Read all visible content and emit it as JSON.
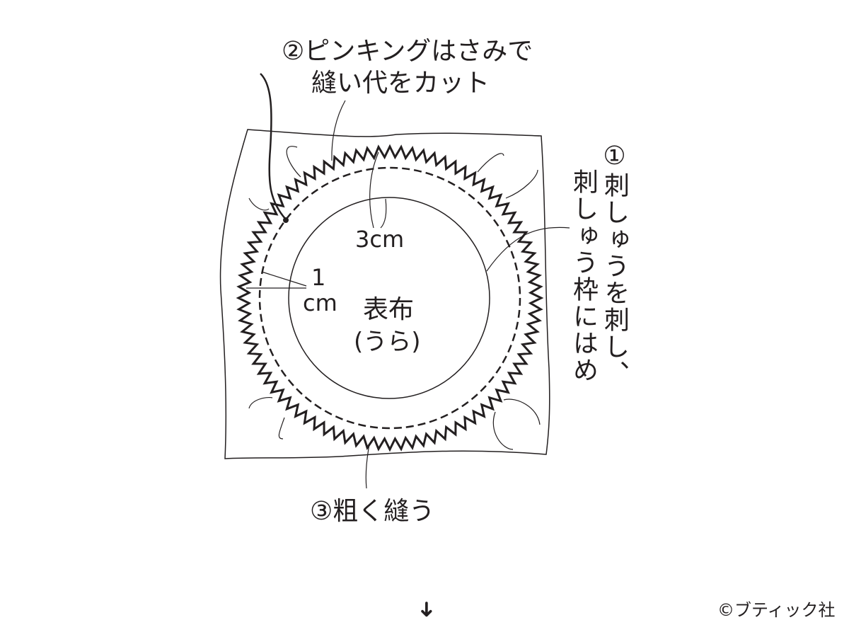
{
  "labels": {
    "step2_line1": "②ピンキングはさみで",
    "step2_line2": "縫い代をカット",
    "step1_line1": "①刺しゅうを刺し、",
    "step1_line2": "刺しゅう枠にはめ",
    "step3": "③粗く縫う",
    "dim_3cm": "3cm",
    "dim_1": "1",
    "dim_cm": "cm",
    "fabric_line1": "表布",
    "fabric_line2": "(うら)"
  },
  "footer": {
    "next_arrow": "➜",
    "copyright": "©ブティック社"
  },
  "colors": {
    "ink": "#231f20",
    "background": "#ffffff"
  }
}
